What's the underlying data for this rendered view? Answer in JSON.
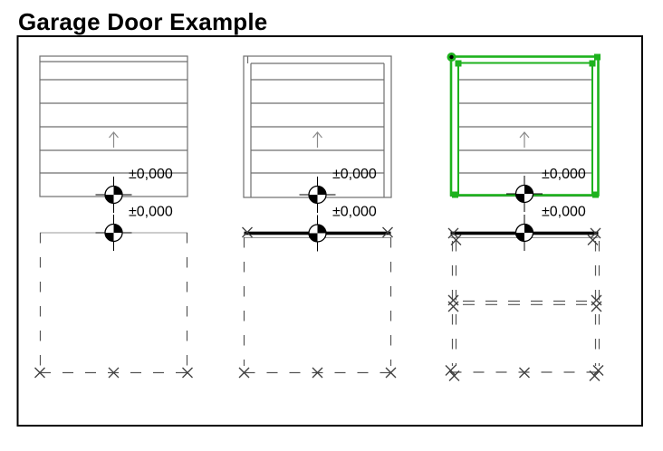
{
  "title": "Garage Door Example",
  "colors": {
    "background": "#ffffff",
    "border": "#000000",
    "drawing_gray": "#6f6f6f",
    "dashed_gray": "#565656",
    "selection_green": "#1db21d",
    "marker_black": "#000000"
  },
  "icons": {
    "level_marker": "level-marker-icon",
    "up_arrow": "up-arrow-icon",
    "x_mark": "x-mark-icon",
    "selection_origin": "selection-origin-icon"
  },
  "variants": [
    {
      "name": "garage-door-simple",
      "selected": false,
      "labels": {
        "top_level": "±0,000",
        "bottom_level": "±0,000"
      }
    },
    {
      "name": "garage-door-framed",
      "selected": false,
      "labels": {
        "top_level": "±0,000",
        "bottom_level": "±0,000"
      }
    },
    {
      "name": "garage-door-selected",
      "selected": true,
      "labels": {
        "top_level": "±0,000",
        "bottom_level": "±0,000"
      }
    }
  ]
}
